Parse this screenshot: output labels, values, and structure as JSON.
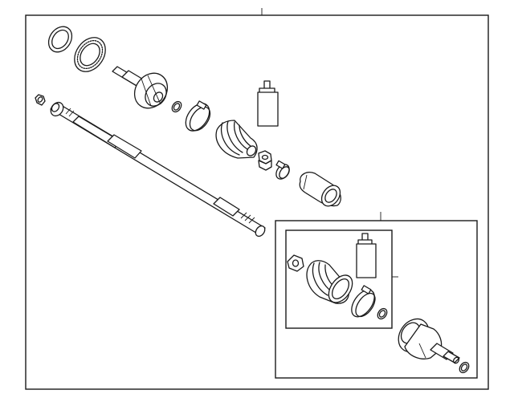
{
  "diagram": {
    "style": "exploded-parts-line-drawing",
    "stroke_color": "#1a1a1a",
    "background_color": "#ffffff",
    "parts": [
      {
        "name": "snap-ring-outer",
        "icon": "ring-icon"
      },
      {
        "name": "tone-ring",
        "icon": "toothed-ring-icon"
      },
      {
        "name": "outer-cv-joint",
        "icon": "cv-joint-icon"
      },
      {
        "name": "small-seal-ring",
        "icon": "ring-icon"
      },
      {
        "name": "large-boot-clamp",
        "icon": "clamp-icon"
      },
      {
        "name": "grease-bottle",
        "icon": "bottle-icon"
      },
      {
        "name": "outer-boot",
        "icon": "bellows-icon"
      },
      {
        "name": "nut",
        "icon": "hex-nut-icon"
      },
      {
        "name": "small-boot-clamp",
        "icon": "clamp-icon"
      },
      {
        "name": "inner-joint-housing",
        "icon": "housing-icon"
      },
      {
        "name": "axle-shaft",
        "icon": "shaft-icon"
      },
      {
        "name": "end-nut",
        "icon": "hex-nut-icon"
      },
      {
        "name": "kit-boot",
        "icon": "bellows-icon"
      },
      {
        "name": "kit-grease-bottle",
        "icon": "bottle-icon"
      },
      {
        "name": "kit-clamp",
        "icon": "clamp-icon"
      },
      {
        "name": "kit-seal-ring",
        "icon": "ring-icon"
      },
      {
        "name": "kit-inner-joint",
        "icon": "cv-joint-icon"
      },
      {
        "name": "kit-end-seal",
        "icon": "ring-icon"
      }
    ]
  }
}
